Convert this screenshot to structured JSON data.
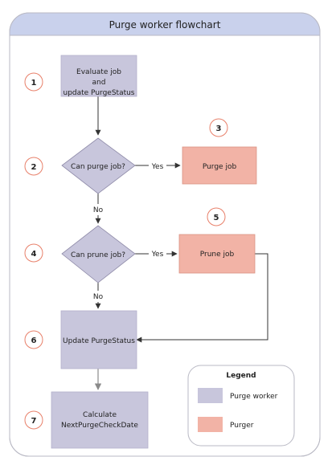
{
  "title": "Purge worker flowchart",
  "steps": {
    "s1": "1",
    "s2": "2",
    "s3": "3",
    "s4": "4",
    "s5": "5",
    "s6": "6",
    "s7": "7"
  },
  "nodes": {
    "evaluate_l1": "Evaluate job",
    "evaluate_l2": "and",
    "evaluate_l3": "update PurgeStatus",
    "can_purge": "Can purge job?",
    "purge_job": "Purge job",
    "can_prune": "Can prune job?",
    "prune_job": "Prune job",
    "update_status": "Update PurgeStatus",
    "calculate_l1": "Calculate",
    "calculate_l2": "NextPurgeCheckDate"
  },
  "edges": {
    "yes1": "Yes",
    "no1": "No",
    "yes2": "Yes",
    "no2": "No"
  },
  "legend": {
    "title": "Legend",
    "worker": "Purge worker",
    "purger": "Purger"
  },
  "colors": {
    "worker_fill": "#c8c6dc",
    "purger_fill": "#f2b3a6",
    "header_fill": "#c9d1ec",
    "step_circle": "#e8806a",
    "line": "#333333"
  }
}
